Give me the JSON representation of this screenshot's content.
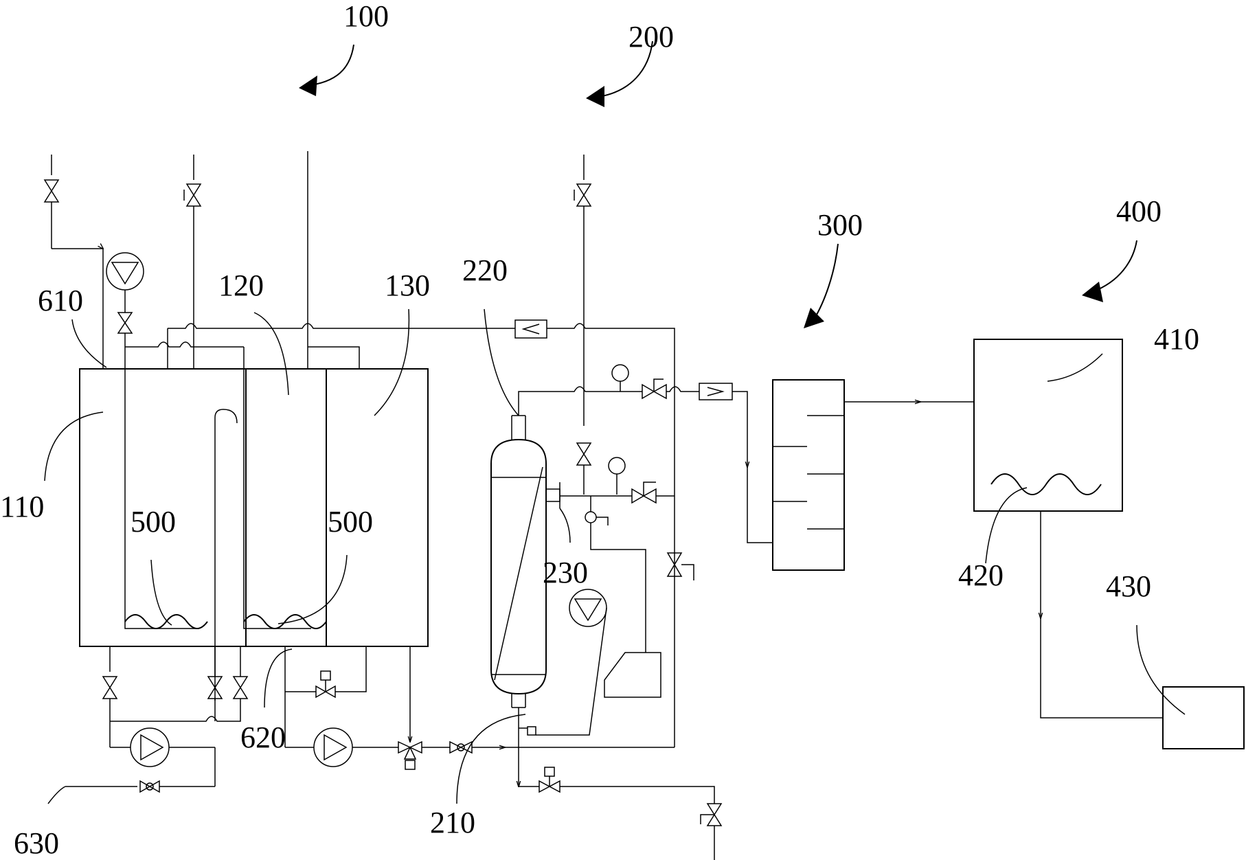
{
  "figure": {
    "labels": {
      "l100": "100",
      "l200": "200",
      "l300": "300",
      "l400": "400",
      "l110": "110",
      "l120": "120",
      "l130": "130",
      "l210": "210",
      "l220": "220",
      "l230": "230",
      "l410": "410",
      "l420": "420",
      "l430": "430",
      "l500a": "500",
      "l500b": "500",
      "l610": "610",
      "l620": "620",
      "l630": "630"
    }
  }
}
